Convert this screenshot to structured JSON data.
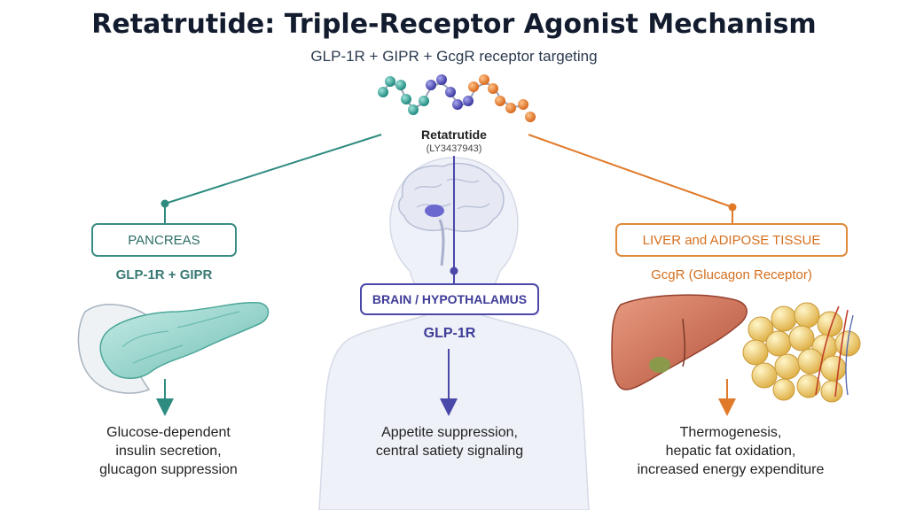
{
  "title": "Retatrutide: Triple-Receptor Agonist Mechanism",
  "subtitle": "GLP-1R + GIPR + GcgR receptor targeting",
  "drug": {
    "name": "Retatrutide",
    "code": "(LY3437943)"
  },
  "pancreas": {
    "label": "PANCREAS",
    "receptor": "GLP-1R + GIPR",
    "effect": [
      "Glucose-dependent",
      "insulin secretion,",
      "glucagon suppression"
    ]
  },
  "brain": {
    "label": "BRAIN / HYPOTHALAMUS",
    "receptor": "GLP-1R",
    "effect": [
      "Appetite suppression,",
      "central satiety signaling"
    ]
  },
  "liver": {
    "label": "LIVER and ADIPOSE TISSUE",
    "receptor": "GcgR (Glucagon Receptor)",
    "effect": [
      "Thermogenesis,",
      "hepatic fat oxidation,",
      "increased energy expenditure"
    ]
  },
  "colors": {
    "pancreas": "#2e8b80",
    "brain": "#4a48a8",
    "liver": "#e07a2a",
    "title": "#121c2e"
  }
}
